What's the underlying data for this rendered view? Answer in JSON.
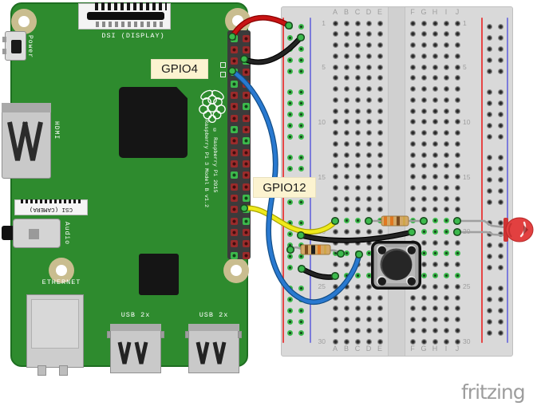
{
  "pi": {
    "labels": {
      "power": "Power",
      "dsi": "DSI (DISPLAY)",
      "hdmi": "HDMI",
      "csi": "CSI (CAMERA)",
      "audio": "Audio",
      "ethernet": "ETHERNET",
      "usb1": "USB 2x",
      "usb2": "USB 2x"
    },
    "silkscreen_line1": "Raspberry Pi 3 Model B v1.2",
    "silkscreen_line2": "© Raspberry Pi 2015",
    "header": {
      "rows": 20,
      "green_left_rows": [
        1,
        4,
        5,
        9,
        13,
        20
      ],
      "green_right_rows": [
        3,
        7,
        10,
        15,
        16,
        17
      ]
    }
  },
  "annotations": {
    "gpio4": "GPIO4",
    "gpio12": "GPIO12"
  },
  "breadboard": {
    "rows": 30,
    "letters_left": [
      "A",
      "B",
      "C",
      "D",
      "E"
    ],
    "letters_right": [
      "F",
      "G",
      "H",
      "I",
      "J"
    ],
    "row_numbers": [
      1,
      5,
      10,
      15,
      20,
      25,
      30
    ],
    "connected_rows_left": [
      19,
      22,
      24
    ],
    "connected_rows_right": [
      19,
      20,
      22,
      24
    ]
  },
  "components": {
    "resistor_330": {
      "bands": [
        "#e07820",
        "#e07820",
        "#7a4b1e",
        "#cfa648"
      ],
      "body": "#d3a866"
    },
    "resistor_10k": {
      "bands": [
        "#7a4b1e",
        "#1d1d1d",
        "#e07820",
        "#cfa648"
      ],
      "body": "#d3a866"
    },
    "led": {
      "color": "#e24040"
    },
    "wires": {
      "red": "#c81414",
      "black": "#232323",
      "blue": "#2979d0",
      "yellow": "#efe91c"
    }
  },
  "watermark": "fritzing",
  "colors": {
    "pi_board": "#2e8b2e",
    "breadboard": "#d9d9d9",
    "rail_red_line": "#e64545",
    "rail_blue_line": "#7b7bdb",
    "hole_dark": "#3d3d3d",
    "hole_green": "#3cb94c",
    "header_pin_red": "#9b2b2b",
    "annotation_bg": "#fcf3d0",
    "watermark_gray": "#9d9d9d"
  }
}
